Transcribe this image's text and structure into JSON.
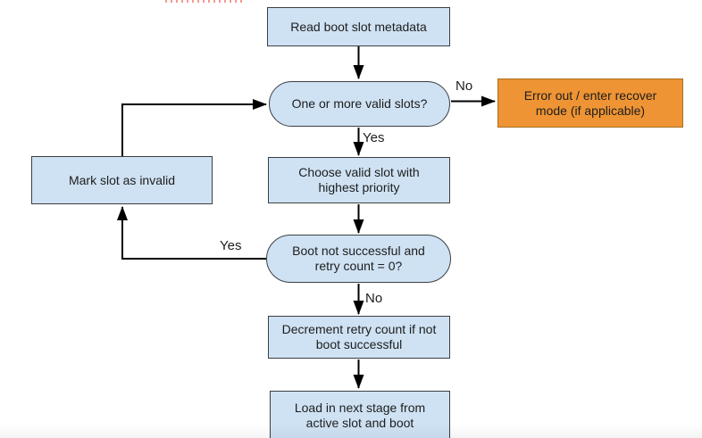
{
  "colors": {
    "node_fill": "#cfe2f3",
    "node_border": "#3b3f43",
    "accent_fill": "#ef9434",
    "accent_border": "#a9701f",
    "arrow": "#000000",
    "dotted_marks": "#f29b94"
  },
  "flowchart": {
    "nodes": {
      "read_metadata": {
        "label": "Read boot slot metadata"
      },
      "valid_slots_decision": {
        "label": "One or more valid slots?"
      },
      "error_out": {
        "label": "Error out / enter recover mode (if applicable)"
      },
      "choose_slot": {
        "label": "Choose valid slot with highest priority"
      },
      "boot_retry_decision": {
        "label": "Boot not successful and retry count = 0?"
      },
      "mark_invalid": {
        "label": "Mark slot as invalid"
      },
      "decrement_retry": {
        "label": "Decrement retry count if not boot successful"
      },
      "load_next_stage": {
        "label": "Load in next stage from active slot and boot"
      }
    },
    "edge_labels": {
      "no_top": "No",
      "yes_top": "Yes",
      "yes_left": "Yes",
      "no_bottom": "No"
    }
  }
}
